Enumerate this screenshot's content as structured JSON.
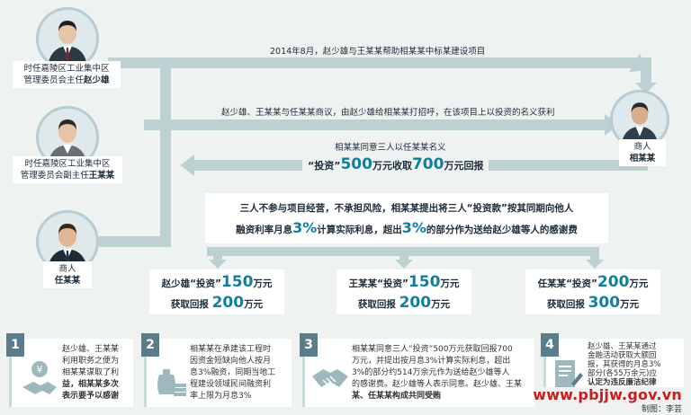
{
  "nodes": {
    "official1": {
      "title_line1": "时任嘉陵区工业集中区",
      "title_line2_prefix": "管理委员会主任",
      "name": "赵少雄"
    },
    "official2": {
      "title_line1": "时任嘉陵区工业集中区",
      "title_line2_prefix": "管理委员会副主任",
      "name": "王某某"
    },
    "merchant_left": {
      "role": "商人",
      "name": "任某某"
    },
    "merchant_right": {
      "role": "商人",
      "name": "相某某"
    }
  },
  "flows": {
    "step1": "2014年8月，赵少雄与王某某帮助相某某中标某建设项目",
    "step2": "赵少雄、王某某与任某某商议，由赵少雄给相某某打招呼，在该项目上以投资的名义获利",
    "step3_line1": "相某某同意三人以任某某名义",
    "step3_line2_a": "“投资”",
    "step3_line2_n1": "500",
    "step3_line2_b": "万元收取",
    "step3_line2_n2": "700",
    "step3_line2_c": "万元回报"
  },
  "agreement": {
    "line1": "三人不参与项目经营，不承担风险，相某某提出将三人“投资款”按其同期向他人",
    "line2_a": "融资利率月息",
    "line2_n1": "3%",
    "line2_b": "计算实际利息，超出",
    "line2_n2": "3%",
    "line2_c": "的部分作为送给赵少雄等人的感谢费"
  },
  "investments": [
    {
      "name_prefix": "赵少雄“投资”",
      "invest": "150",
      "unit1": "万元",
      "return_prefix": "获取回报",
      "return": "200",
      "unit2": "万元"
    },
    {
      "name_prefix": "王某某“投资”",
      "invest": "150",
      "unit1": "万元",
      "return_prefix": "获取回报",
      "return": "200",
      "unit2": "万元"
    },
    {
      "name_prefix": "任某某“投资”",
      "invest": "200",
      "unit1": "万元",
      "return_prefix": "获取回报",
      "return": "300",
      "unit2": "万元"
    }
  ],
  "notes": [
    {
      "num": "1",
      "icon": "handshake-money-icon",
      "lines": [
        "赵少雄、王某某",
        "利用职务之便为",
        "相某某谋取了利",
        "益，相某某多次",
        "表示要予以感谢"
      ]
    },
    {
      "num": "2",
      "icon": "money-bags-icon",
      "lines": [
        "相某某在承建该工程时",
        "因资金短缺向他人按月",
        "息3%融资，同期当地工",
        "程建设领域民间融资利",
        "率上限为月息3%"
      ]
    },
    {
      "num": "3",
      "icon": "handshake-icon",
      "lines": [
        "相某某同意三人“投资”500万元获取回报700",
        "万元，并提出按月息3%计算实际利息，超出",
        "3%的部分约514万余元作为送给赵少雄等人",
        "的感谢费。赵少雄等人表示同意。赵少雄、王某",
        "某、任某某构成共同受贿"
      ]
    },
    {
      "num": "4",
      "icon": "document-pen-icon",
      "lines": [
        "赵少雄、王某某通过",
        "金融活动获取大额回",
        "报，其获得的月息3%",
        "部分(各55万余元)应",
        "认定为违反廉洁纪律"
      ]
    }
  ],
  "watermark": "www.pbjjw.gov.vn",
  "credit": "制图：李芸",
  "colors": {
    "accent": "#0f7fa0",
    "band": "#bdd0d2",
    "badge": "#5a7d8c",
    "watermark": "#c41f1f"
  }
}
